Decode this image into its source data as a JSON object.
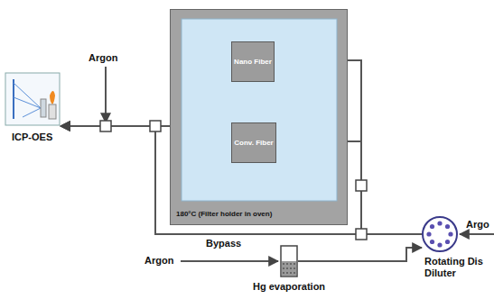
{
  "diagram": {
    "nodes": [
      {
        "text": [
          "ICP-OES"
        ]
      },
      {
        "text": [
          "180°C (Filter holder in oven)"
        ]
      },
      {
        "text": [
          "Nano Fiber"
        ],
        "in": 1
      },
      {
        "text": [
          "Conv. Fiber"
        ],
        "in": 1
      },
      {
        "text": [
          "Rotating Dis Diluter"
        ]
      },
      {
        "text": [
          "Hg evaporation"
        ]
      }
    ],
    "edges": [
      {
        "from": 5,
        "to": 4,
        "arrow": "to"
      },
      {
        "from": 4,
        "to": 2,
        "arrow": "to"
      },
      {
        "from": 4,
        "to": 3,
        "arrow": "to"
      },
      {
        "from": 4,
        "to": 0,
        "label": "Bypass",
        "arrow": "to"
      },
      {
        "from": 2,
        "to": 0,
        "arrow": "to"
      },
      {
        "from": 3,
        "to": 0,
        "arrow": "to"
      }
    ],
    "labels": [
      "Argon",
      "Argon",
      "Argo"
    ]
  }
}
